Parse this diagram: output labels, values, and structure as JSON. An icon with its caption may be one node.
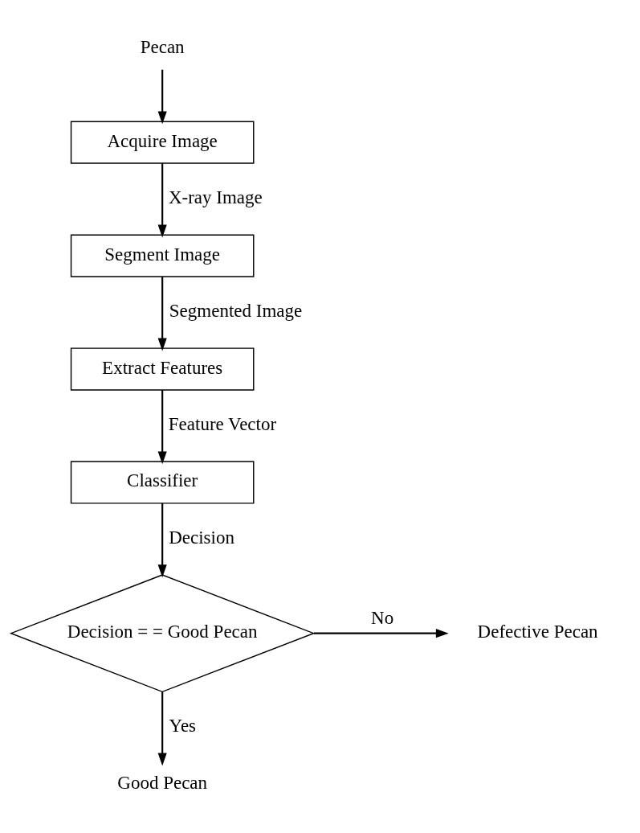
{
  "diagram": {
    "nodes": [
      {
        "text": [
          "Pecan"
        ]
      },
      {
        "text": [
          "Acquire Image"
        ]
      },
      {
        "text": [
          "Segment Image"
        ]
      },
      {
        "text": [
          "Extract Features"
        ]
      },
      {
        "text": [
          "Classifier"
        ]
      },
      {
        "text": [
          "Decision = = Good Pecan"
        ]
      },
      {
        "text": [
          "Defective Pecan"
        ]
      },
      {
        "text": [
          "Good Pecan"
        ]
      }
    ],
    "edges": [
      {
        "from": 0,
        "to": 1,
        "arrow": "to"
      },
      {
        "from": 1,
        "to": 2,
        "arrow": "to",
        "label": "X-ray Image"
      },
      {
        "from": 2,
        "to": 3,
        "arrow": "to",
        "label": "Segmented Image"
      },
      {
        "from": 3,
        "to": 4,
        "arrow": "to",
        "label": "Feature Vector"
      },
      {
        "from": 4,
        "to": 5,
        "arrow": "to",
        "label": "Decision"
      },
      {
        "from": 5,
        "to": 6,
        "arrow": "to",
        "label": "No"
      },
      {
        "from": 5,
        "to": 7,
        "arrow": "to",
        "label": "Yes"
      }
    ]
  }
}
